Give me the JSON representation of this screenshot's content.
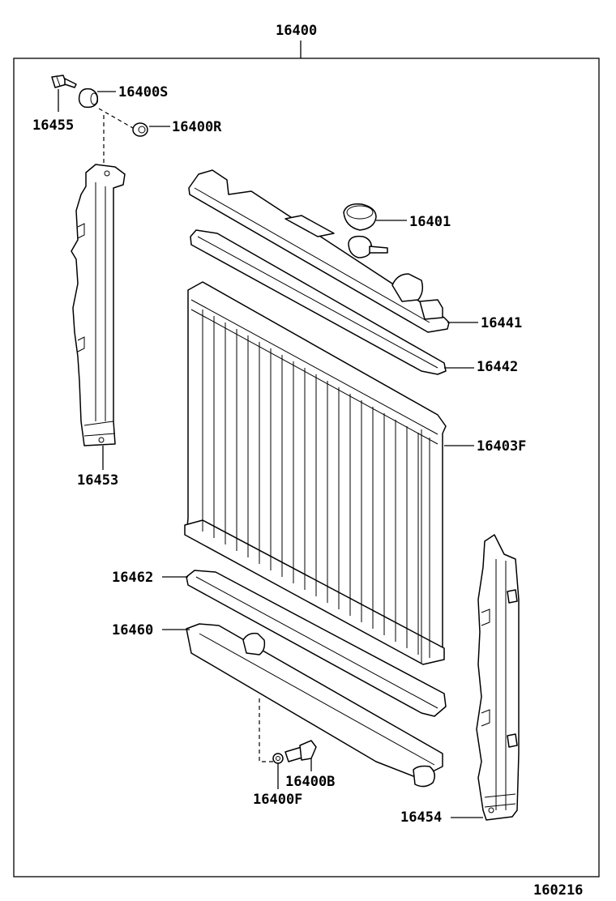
{
  "assembly": {
    "number": "16400"
  },
  "parts": [
    {
      "id": "bolt",
      "number": "16455"
    },
    {
      "id": "cushion",
      "number": "16400S"
    },
    {
      "id": "washer",
      "number": "16400R"
    },
    {
      "id": "cap",
      "number": "16401"
    },
    {
      "id": "upper-tank",
      "number": "16441"
    },
    {
      "id": "upper-gasket",
      "number": "16442"
    },
    {
      "id": "core",
      "number": "16403F"
    },
    {
      "id": "left-support",
      "number": "16453"
    },
    {
      "id": "lower-gasket",
      "number": "16462"
    },
    {
      "id": "lower-tank",
      "number": "16460"
    },
    {
      "id": "drain-cock",
      "number": "16400B"
    },
    {
      "id": "drain-gasket",
      "number": "16400F"
    },
    {
      "id": "right-support",
      "number": "16454"
    }
  ],
  "drawing_id": "160216"
}
